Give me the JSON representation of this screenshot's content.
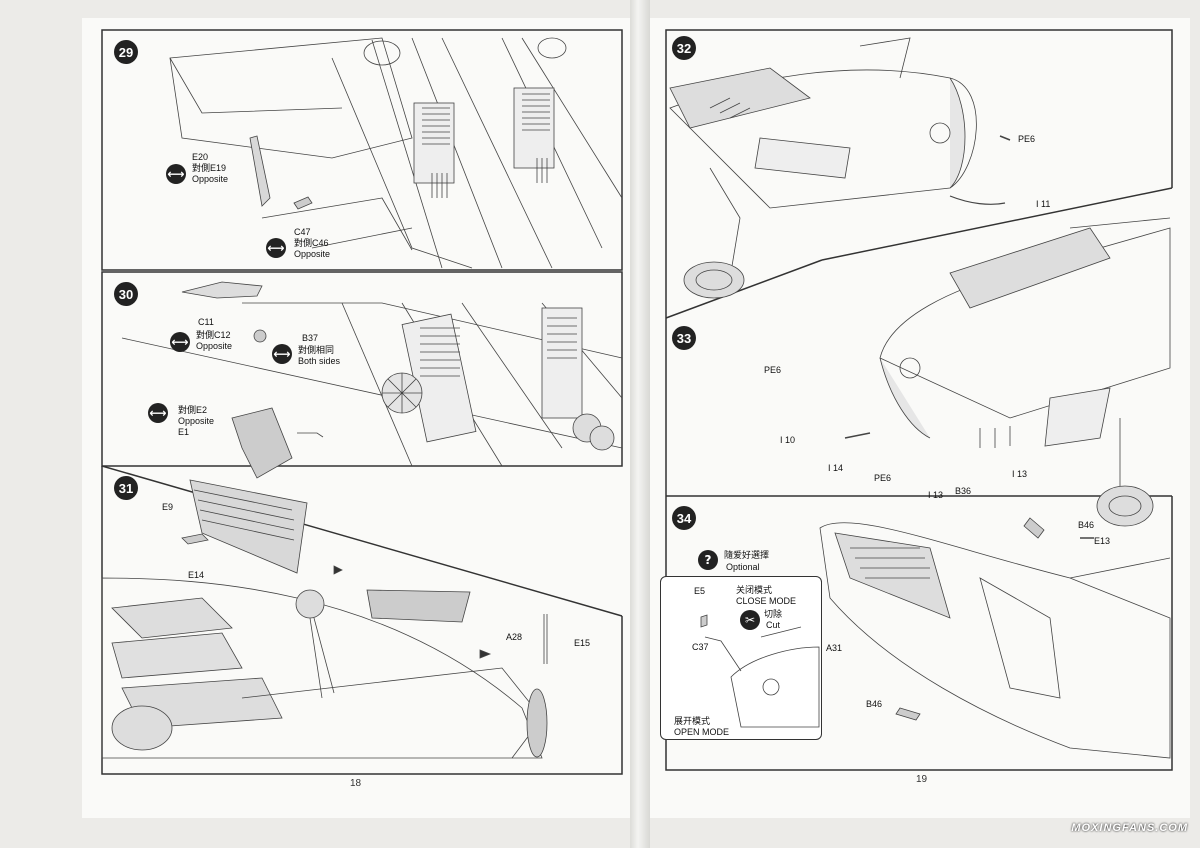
{
  "pages": {
    "left_number": "18",
    "right_number": "19"
  },
  "steps": {
    "s29": {
      "number": "29",
      "e20": "E20",
      "e20_sub": "對側E19",
      "e20_opp": "Opposite",
      "c47": "C47",
      "c47_sub": "對側C46",
      "c47_opp": "Opposite"
    },
    "s30": {
      "number": "30",
      "c11": "C11",
      "c11_sub": "對側C12",
      "c11_opp": "Opposite",
      "b37": "B37",
      "b37_sub": "對側相同",
      "b37_both": "Both sides",
      "e2_sub": "對側E2",
      "e2_opp": "Opposite",
      "e1": "E1"
    },
    "s31": {
      "number": "31",
      "e9": "E9",
      "e14": "E14",
      "a28": "A28",
      "e15": "E15"
    },
    "s32": {
      "number": "32",
      "pe6": "PE6",
      "i11": "I 11"
    },
    "s33": {
      "number": "33",
      "pe6_a": "PE6",
      "i10": "I 10",
      "i14": "I 14",
      "pe6_b": "PE6",
      "i13_a": "I 13",
      "b36": "B36",
      "i13_b": "I 13"
    },
    "s34": {
      "number": "34",
      "optional_cn": "隨爱好選擇",
      "optional_en": "Optional",
      "b46_a": "B46",
      "e13": "E13",
      "a31": "A31",
      "b46_b": "B46",
      "e5": "E5",
      "close_cn": "关闭模式",
      "close_en": "CLOSE MODE",
      "cut_cn": "切除",
      "cut_en": "Cut",
      "c37": "C37",
      "open_cn": "展开模式",
      "open_en": "OPEN MODE"
    }
  },
  "icons": {
    "opposite": "double-arrow-icon",
    "both_sides": "double-arrow-icon",
    "optional": "question-icon",
    "cut": "knife-icon"
  },
  "watermark": "MOXINGFANS.COM"
}
